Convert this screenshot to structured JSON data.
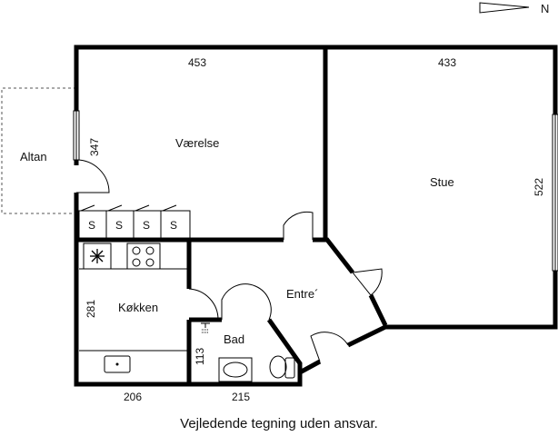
{
  "north_label": "N",
  "rooms": {
    "altan": "Altan",
    "vaerelse": "Værelse",
    "stue": "Stue",
    "entre": "Entre´",
    "kokken": "Køkken",
    "bad": "Bad"
  },
  "dimensions": {
    "vaerelse_width": "453",
    "stue_width": "433",
    "vaerelse_height": "347",
    "stue_height": "522",
    "kokken_height": "281",
    "bad_height": "113",
    "kokken_width": "206",
    "bad_width": "215"
  },
  "cabinets": [
    "S",
    "S",
    "S",
    "S"
  ],
  "caption": "Vejledende tegning uden ansvar."
}
